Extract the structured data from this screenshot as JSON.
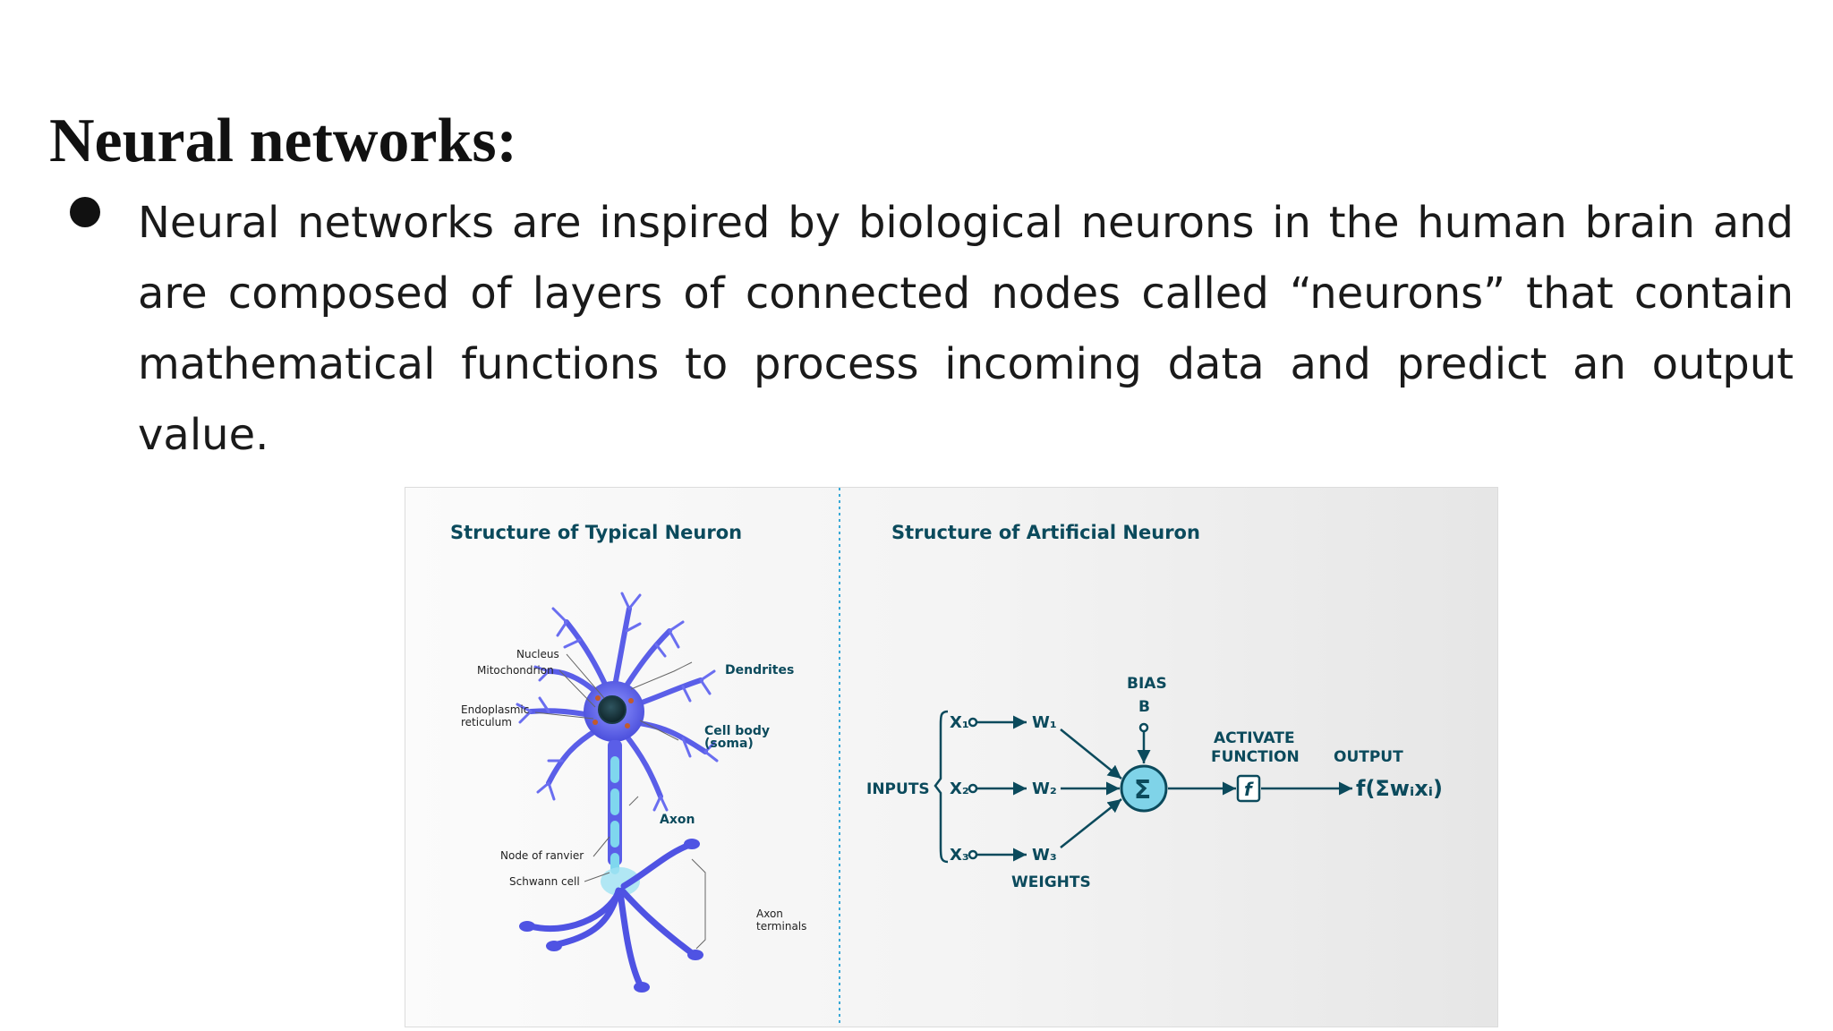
{
  "slide": {
    "title": "Neural networks:",
    "bullet": "Neural networks are inspired by biological neurons in the human brain and are composed of layers of connected nodes called “neurons” that contain mathematical functions to process incoming data and predict an output value."
  },
  "figure": {
    "left_panel": {
      "heading": "Structure of Typical Neuron",
      "labels": {
        "nucleus": "Nucleus",
        "mitochondrion": "Mitochondrion",
        "er_line1": "Endoplasmic",
        "er_line2": "reticulum",
        "dendrites": "Dendrites",
        "cell_body_line1": "Cell body",
        "cell_body_line2": "(soma)",
        "axon": "Axon",
        "node_of_ranvier": "Node of  ranvier",
        "schwann_cell": "Schwann cell",
        "axon_terminals_line1": "Axon",
        "axon_terminals_line2": "terminals"
      }
    },
    "right_panel": {
      "heading": "Structure of Artificial Neuron",
      "labels": {
        "inputs": "INPUTS",
        "x1": "X₁",
        "x2": "X₂",
        "x3": "X₃",
        "w1": "W₁",
        "w2": "W₂",
        "w3": "W₃",
        "weights": "WEIGHTS",
        "bias": "BIAS",
        "b": "B",
        "sigma": "Σ",
        "activate_line1": "ACTIVATE",
        "activate_line2": "FUNCTION",
        "f": "f",
        "output": "OUTPUT",
        "output_formula": "f(Σwᵢxᵢ)"
      }
    },
    "colors": {
      "heading": "#0b4a5c",
      "neuron_blue": "#5a5ee8",
      "axon_cyan": "#7fd7ee",
      "divider": "#39a9d6"
    }
  }
}
